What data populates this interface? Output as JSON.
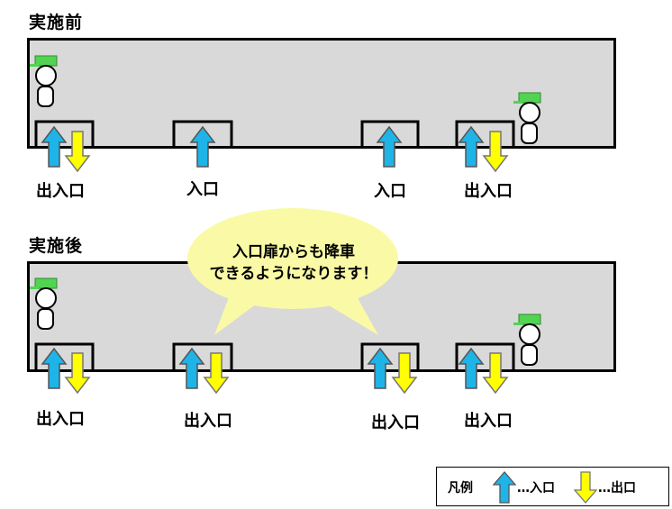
{
  "before": {
    "title": "実施前",
    "doors": [
      "出入口",
      "入口",
      "入口",
      "出入口"
    ]
  },
  "after": {
    "title": "実施後",
    "doors": [
      "出入口",
      "出入口",
      "出入口",
      "出入口"
    ]
  },
  "callout": {
    "line1": "入口扉からも降車",
    "line2": "できるようになります！"
  },
  "legend": {
    "title": "凡例",
    "up_label": "…入口",
    "down_label": "…出口"
  },
  "colors": {
    "entry_arrow": "#1fb4e8",
    "exit_arrow": "#ffff00",
    "car_body": "#d9d9d9",
    "hat": "#52d452",
    "bubble": "#fafaa6"
  }
}
